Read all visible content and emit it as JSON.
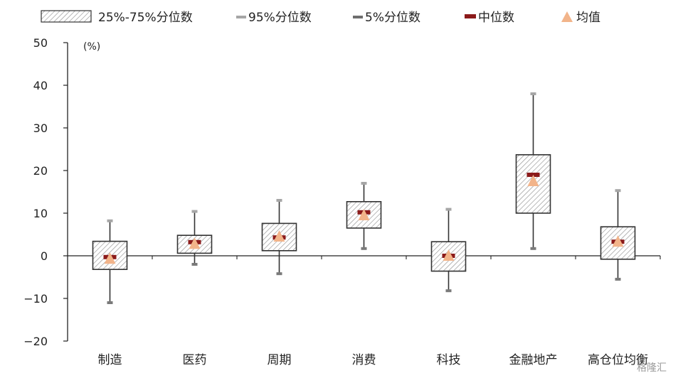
{
  "chart_data": {
    "type": "boxplot",
    "unit_label": "(%)",
    "ylim": [
      -20,
      50
    ],
    "y_ticks": [
      50,
      40,
      30,
      20,
      10,
      0,
      -10,
      -20
    ],
    "legend": {
      "iqr": "25%-75%分位数",
      "p95": "95%分位数",
      "p5": "5%分位数",
      "median": "中位数",
      "mean": "均值"
    },
    "categories": [
      "制造",
      "医药",
      "周期",
      "消费",
      "科技",
      "金融地产",
      "高仓位均衡"
    ],
    "p5": [
      -11,
      -2,
      -4.2,
      1.7,
      -8.2,
      1.7,
      -5.5
    ],
    "q1": [
      -3.2,
      0.6,
      1.2,
      6.5,
      -3.6,
      10,
      -0.8
    ],
    "median": [
      -0.3,
      3.2,
      4.3,
      10.2,
      0,
      19,
      3.3
    ],
    "mean": [
      -0.7,
      2.8,
      4.5,
      9.5,
      0,
      17.5,
      3.3
    ],
    "q3": [
      3.4,
      4.8,
      7.6,
      12.7,
      3.3,
      23.7,
      6.8
    ],
    "p95": [
      8.2,
      10.4,
      13,
      17,
      10.9,
      38,
      15.3
    ],
    "grid": false,
    "legend_position": "top",
    "colors": {
      "median": "#8b1a1a",
      "mean": "#f2b48a",
      "box_stroke": "#333333",
      "axis": "#222222",
      "whisker_cap": "#a6a6a6"
    }
  },
  "watermark": "格隆汇"
}
